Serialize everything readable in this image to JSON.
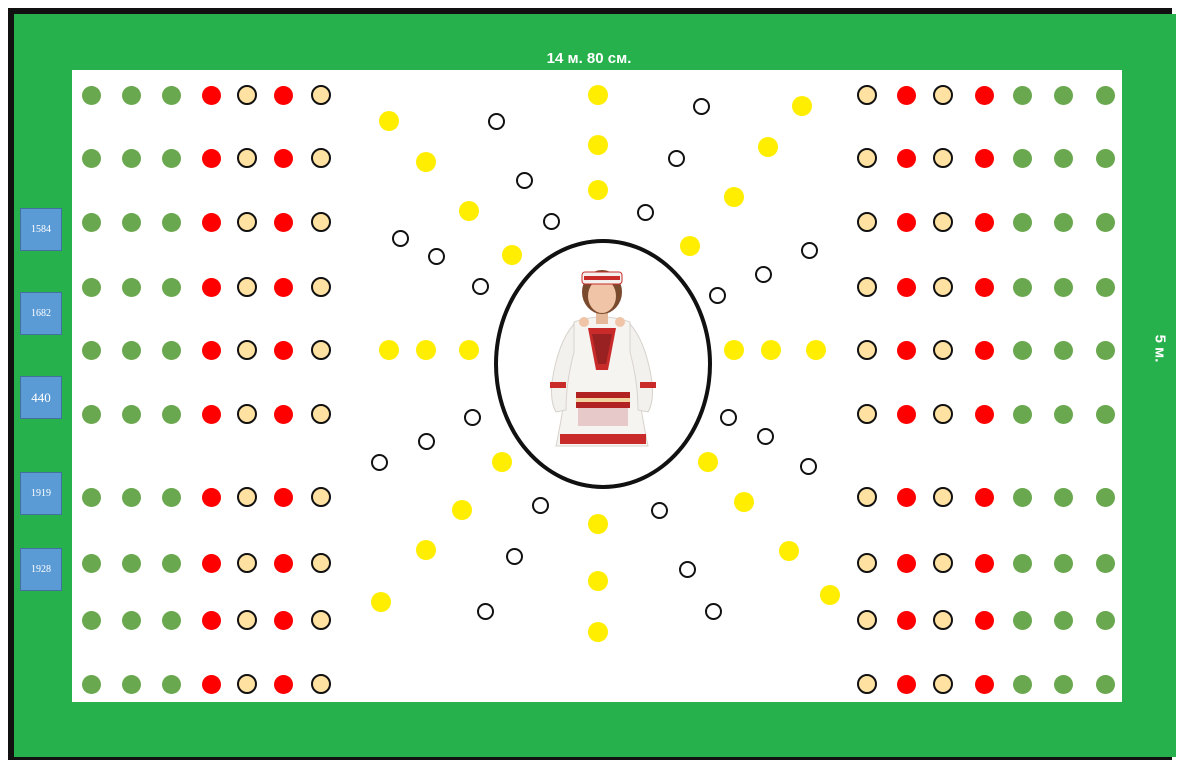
{
  "dimensions": {
    "width_label": "14 м. 80 см.",
    "height_label": "5 м."
  },
  "colors": {
    "border": "#26b14c",
    "frame": "#111111",
    "green_dot": "#6aa84f",
    "red_dot": "#ff0000",
    "tan_dot": "#ffe1a2",
    "yellow_dot": "#ffee00",
    "tag": "#5b9bd5"
  },
  "seat_pattern_left": [
    "green",
    "green",
    "green",
    "red",
    "tan",
    "red",
    "tan"
  ],
  "seat_pattern_right": [
    "tan",
    "red",
    "tan",
    "red",
    "green",
    "green",
    "green"
  ],
  "seat_row_count": 10,
  "tags": [
    "1584",
    "1682",
    "440",
    "1919",
    "1928"
  ],
  "center_image": "dancer-in-chuvash-costume"
}
